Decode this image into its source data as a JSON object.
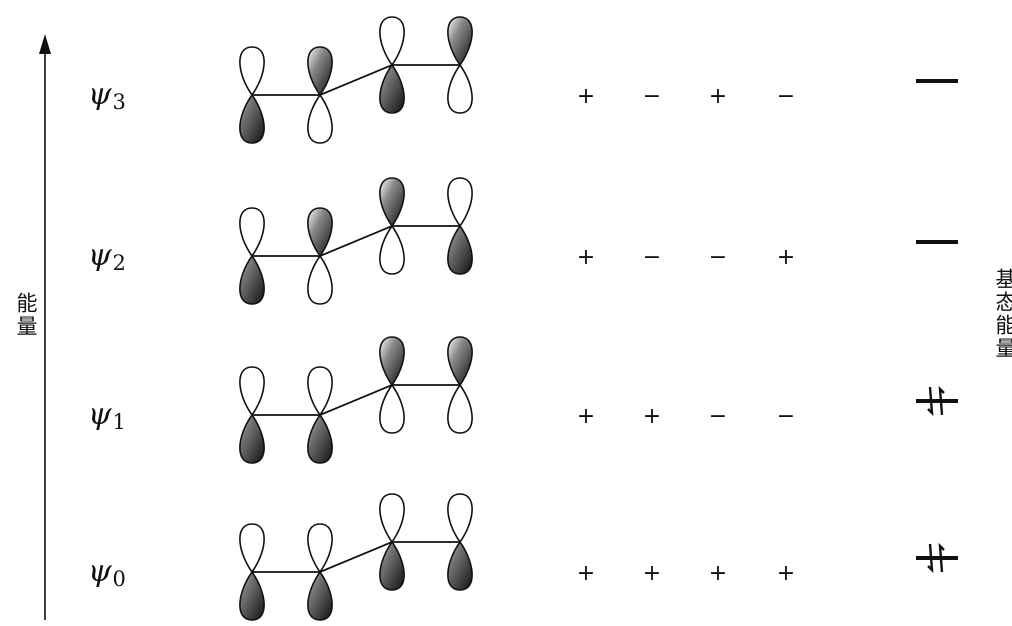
{
  "diagram": {
    "energy_axis_label": "能量",
    "ground_state_label": "基态能量",
    "levels": [
      {
        "psi": "ψ",
        "index": "3",
        "signs": [
          "+",
          "−",
          "+",
          "−"
        ],
        "lobes_up_dark": [
          false,
          true,
          false,
          true
        ],
        "electrons": 0
      },
      {
        "psi": "ψ",
        "index": "2",
        "signs": [
          "+",
          "−",
          "−",
          "+"
        ],
        "lobes_up_dark": [
          false,
          true,
          true,
          false
        ],
        "electrons": 0
      },
      {
        "psi": "ψ",
        "index": "1",
        "signs": [
          "+",
          "+",
          "−",
          "−"
        ],
        "lobes_up_dark": [
          false,
          false,
          true,
          true
        ],
        "electrons": 2
      },
      {
        "psi": "ψ",
        "index": "0",
        "signs": [
          "+",
          "+",
          "+",
          "+"
        ],
        "lobes_up_dark": [
          false,
          false,
          false,
          false
        ],
        "electrons": 2
      }
    ]
  }
}
